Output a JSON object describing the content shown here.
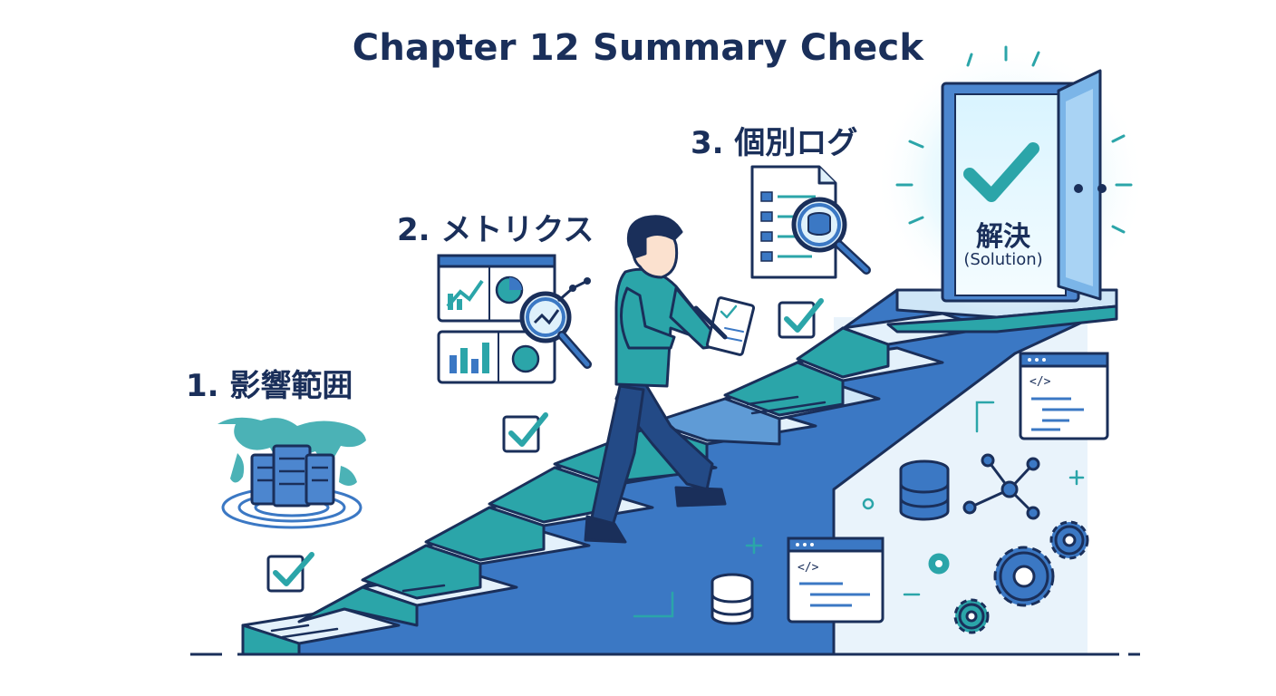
{
  "title": "Chapter 12 Summary Check",
  "steps": [
    {
      "label": "1. 影響範囲",
      "icon": "world-map-server-icon",
      "checked": true
    },
    {
      "label": "2. メトリクス",
      "icon": "metrics-dashboard-icon",
      "checked": true
    },
    {
      "label": "3. 個別ログ",
      "icon": "log-document-magnifier-icon",
      "checked": true
    }
  ],
  "goal": {
    "label_jp": "解決",
    "label_en": "(Solution)",
    "icon": "open-door-check-icon"
  },
  "code_tag": "</>",
  "colors": {
    "navy": "#1a2f5a",
    "blue": "#3b78c4",
    "teal": "#2ba5a9",
    "light_blue": "#cfe6f7"
  }
}
